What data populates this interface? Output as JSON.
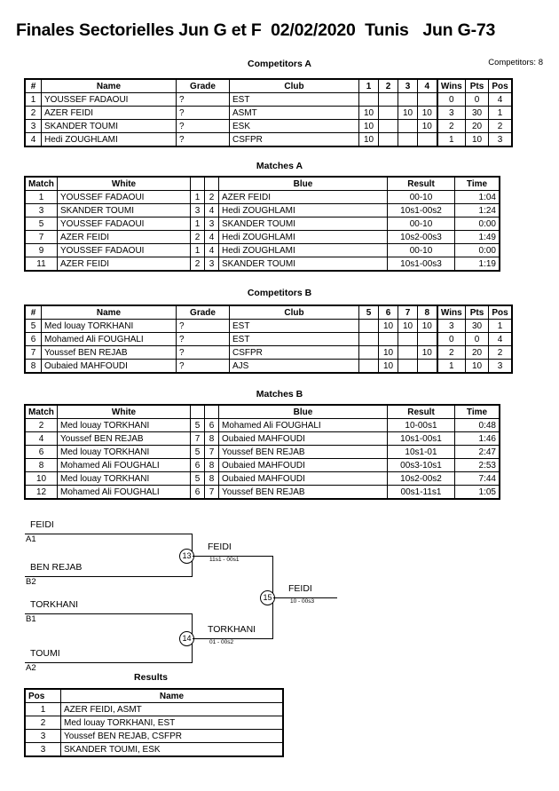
{
  "header": {
    "title": "Finales Sectorielles Jun G et F  02/02/2020  Tunis   Jun G-73",
    "competitors_label": "Competitors: 8"
  },
  "sections": {
    "competitors_a": "Competitors A",
    "matches_a": "Matches A",
    "competitors_b": "Competitors B",
    "matches_b": "Matches B",
    "results": "Results"
  },
  "competitors_a": {
    "columns": [
      "#",
      "Name",
      "Grade",
      "Club",
      "1",
      "2",
      "3",
      "4",
      "Wins",
      "Pts",
      "Pos"
    ],
    "rows": [
      {
        "num": "1",
        "name": "YOUSSEF FADAOUI",
        "grade": "?",
        "club": "EST",
        "m1": "",
        "m2": "",
        "m3": "",
        "m4": "",
        "wins": "0",
        "pts": "0",
        "pos": "4"
      },
      {
        "num": "2",
        "name": "AZER FEIDI",
        "grade": "?",
        "club": "ASMT",
        "m1": "10",
        "m2": "",
        "m3": "10",
        "m4": "10",
        "wins": "3",
        "pts": "30",
        "pos": "1"
      },
      {
        "num": "3",
        "name": "SKANDER TOUMI",
        "grade": "?",
        "club": "ESK",
        "m1": "10",
        "m2": "",
        "m3": "",
        "m4": "10",
        "wins": "2",
        "pts": "20",
        "pos": "2"
      },
      {
        "num": "4",
        "name": "Hedi ZOUGHLAMI",
        "grade": "?",
        "club": "CSFPR",
        "m1": "10",
        "m2": "",
        "m3": "",
        "m4": "",
        "wins": "1",
        "pts": "10",
        "pos": "3"
      }
    ]
  },
  "matches_a": {
    "columns": [
      "Match",
      "White",
      "",
      "",
      "Blue",
      "Result",
      "Time"
    ],
    "rows": [
      {
        "match": "1",
        "white": "YOUSSEF FADAOUI",
        "wn": "1",
        "bn": "2",
        "blue": "AZER FEIDI",
        "result": "00-10",
        "time": "1:04"
      },
      {
        "match": "3",
        "white": "SKANDER TOUMI",
        "wn": "3",
        "bn": "4",
        "blue": "Hedi ZOUGHLAMI",
        "result": "10s1-00s2",
        "time": "1:24"
      },
      {
        "match": "5",
        "white": "YOUSSEF FADAOUI",
        "wn": "1",
        "bn": "3",
        "blue": "SKANDER TOUMI",
        "result": "00-10",
        "time": "0:00"
      },
      {
        "match": "7",
        "white": "AZER FEIDI",
        "wn": "2",
        "bn": "4",
        "blue": "Hedi ZOUGHLAMI",
        "result": "10s2-00s3",
        "time": "1:49"
      },
      {
        "match": "9",
        "white": "YOUSSEF FADAOUI",
        "wn": "1",
        "bn": "4",
        "blue": "Hedi ZOUGHLAMI",
        "result": "00-10",
        "time": "0:00"
      },
      {
        "match": "11",
        "white": "AZER FEIDI",
        "wn": "2",
        "bn": "3",
        "blue": "SKANDER TOUMI",
        "result": "10s1-00s3",
        "time": "1:19"
      }
    ]
  },
  "competitors_b": {
    "columns": [
      "#",
      "Name",
      "Grade",
      "Club",
      "5",
      "6",
      "7",
      "8",
      "Wins",
      "Pts",
      "Pos"
    ],
    "rows": [
      {
        "num": "5",
        "name": "Med louay TORKHANI",
        "grade": "?",
        "club": "EST",
        "m1": "",
        "m2": "10",
        "m3": "10",
        "m4": "10",
        "wins": "3",
        "pts": "30",
        "pos": "1"
      },
      {
        "num": "6",
        "name": "Mohamed Ali FOUGHALI",
        "grade": "?",
        "club": "EST",
        "m1": "",
        "m2": "",
        "m3": "",
        "m4": "",
        "wins": "0",
        "pts": "0",
        "pos": "4"
      },
      {
        "num": "7",
        "name": "Youssef BEN REJAB",
        "grade": "?",
        "club": "CSFPR",
        "m1": "",
        "m2": "10",
        "m3": "",
        "m4": "10",
        "wins": "2",
        "pts": "20",
        "pos": "2"
      },
      {
        "num": "8",
        "name": "Oubaied MAHFOUDI",
        "grade": "?",
        "club": "AJS",
        "m1": "",
        "m2": "10",
        "m3": "",
        "m4": "",
        "wins": "1",
        "pts": "10",
        "pos": "3"
      }
    ]
  },
  "matches_b": {
    "columns": [
      "Match",
      "White",
      "",
      "",
      "Blue",
      "Result",
      "Time"
    ],
    "rows": [
      {
        "match": "2",
        "white": "Med louay TORKHANI",
        "wn": "5",
        "bn": "6",
        "blue": "Mohamed Ali FOUGHALI",
        "result": "10-00s1",
        "time": "0:48"
      },
      {
        "match": "4",
        "white": "Youssef BEN REJAB",
        "wn": "7",
        "bn": "8",
        "blue": "Oubaied MAHFOUDI",
        "result": "10s1-00s1",
        "time": "1:46"
      },
      {
        "match": "6",
        "white": "Med louay TORKHANI",
        "wn": "5",
        "bn": "7",
        "blue": "Youssef BEN REJAB",
        "result": "10s1-01",
        "time": "2:47"
      },
      {
        "match": "8",
        "white": "Mohamed Ali FOUGHALI",
        "wn": "6",
        "bn": "8",
        "blue": "Oubaied MAHFOUDI",
        "result": "00s3-10s1",
        "time": "2:53"
      },
      {
        "match": "10",
        "white": "Med louay TORKHANI",
        "wn": "5",
        "bn": "8",
        "blue": "Oubaied MAHFOUDI",
        "result": "10s2-00s2",
        "time": "7:44"
      },
      {
        "match": "12",
        "white": "Mohamed Ali FOUGHALI",
        "wn": "6",
        "bn": "7",
        "blue": "Youssef BEN REJAB",
        "result": "00s1-11s1",
        "time": "1:05"
      }
    ]
  },
  "bracket": {
    "entries": [
      {
        "name": "FEIDI",
        "seed": "A1"
      },
      {
        "name": "BEN REJAB",
        "seed": "B2"
      },
      {
        "name": "TORKHANI",
        "seed": "B1"
      },
      {
        "name": "TOUMI",
        "seed": "A2"
      }
    ],
    "semis": [
      {
        "number": "13",
        "winner": "FEIDI",
        "score": "11s1 - 00s1"
      },
      {
        "number": "14",
        "winner": "TORKHANI",
        "score": "01 - 00s2"
      }
    ],
    "final": {
      "number": "15",
      "winner": "FEIDI",
      "score": "10 - 00s3"
    }
  },
  "results": {
    "columns": [
      "Pos",
      "Name"
    ],
    "rows": [
      {
        "pos": "1",
        "name": "AZER FEIDI, ASMT"
      },
      {
        "pos": "2",
        "name": "Med louay TORKHANI, EST"
      },
      {
        "pos": "3",
        "name": "Youssef BEN REJAB, CSFPR"
      },
      {
        "pos": "3",
        "name": "SKANDER TOUMI, ESK"
      }
    ]
  }
}
